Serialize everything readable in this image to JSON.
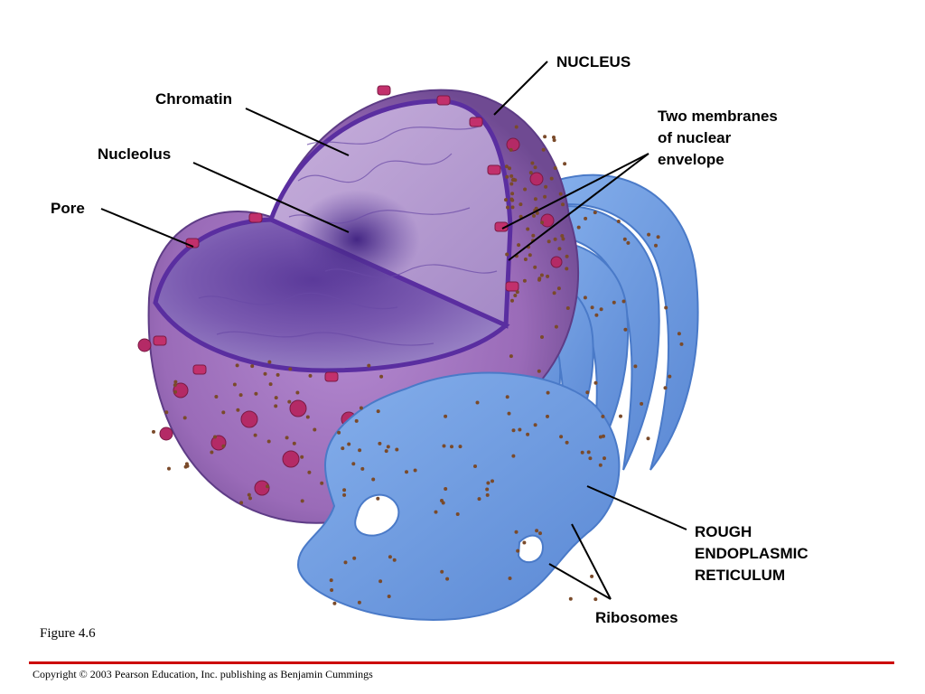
{
  "labels": {
    "nucleus": "NUCLEUS",
    "chromatin": "Chromatin",
    "nucleolus": "Nucleolus",
    "pore": "Pore",
    "two_membranes": [
      "Two membranes",
      "of nuclear",
      "envelope"
    ],
    "rough_er": [
      "ROUGH",
      "ENDOPLASMIC",
      "RETICULUM"
    ],
    "ribosomes": "Ribosomes"
  },
  "figure_caption": "Figure 4.6",
  "copyright": "Copyright © 2003 Pearson Education, Inc. publishing as Benjamin Cummings",
  "colors": {
    "nucleus_outer": "#9a6bb8",
    "nucleus_inner": "#7a4aa8",
    "chromatin_face": "#b79ad0",
    "nucleolus": "#4a2a8a",
    "pore": "#c2306c",
    "er": "#6f9fe0",
    "er_dark": "#4a7ac8",
    "ribosome": "#7a4a2a",
    "rule": "#cc0000"
  }
}
